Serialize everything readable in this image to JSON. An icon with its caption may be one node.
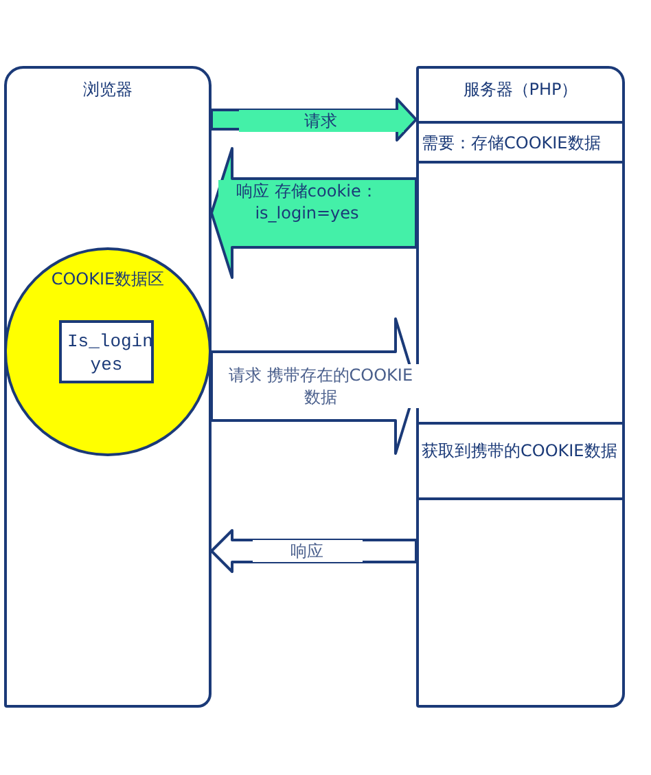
{
  "diagram": {
    "nodes": [
      {
        "text": [
          "浏览器"
        ]
      },
      {
        "text": [
          "服务器（PHP）"
        ]
      },
      {
        "text": [
          "需要：存储COOKIE数据"
        ],
        "in": 1
      },
      {
        "text": [
          "获取到携带的COOKIE数据"
        ],
        "in": 1
      },
      {
        "text": [
          "COOKIE数据区"
        ],
        "in": 0
      },
      {
        "text": [
          "Is_login yes"
        ],
        "in": 4
      }
    ],
    "edges": [
      {
        "from": 0,
        "to": 1,
        "arrow": "to",
        "label": "请求",
        "color": "#44f0a8"
      },
      {
        "from": 1,
        "to": 0,
        "arrow": "to",
        "label": "响应 存储cookie： is_login=yes",
        "color": "#44f0a8"
      },
      {
        "from": 0,
        "to": 1,
        "arrow": "to",
        "label": "请求 携带存在的COOKIE数据"
      },
      {
        "from": 1,
        "to": 0,
        "arrow": "to",
        "label": "响应"
      }
    ]
  }
}
